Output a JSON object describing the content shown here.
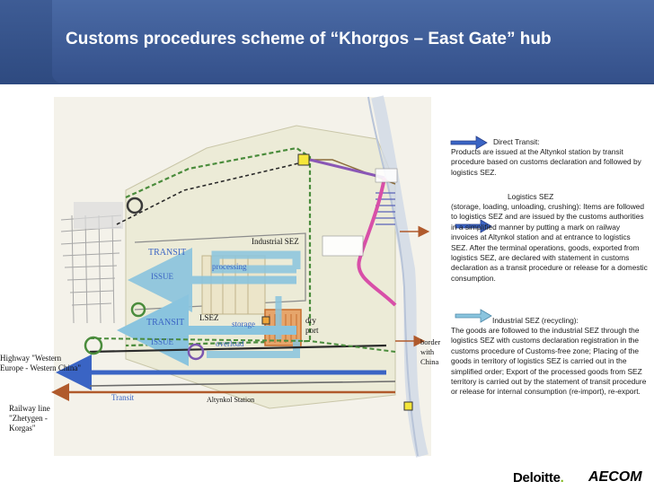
{
  "title": "Customs procedures scheme of “Khorgos – East Gate” hub",
  "map": {
    "transit_1": "TRANSIT",
    "issue_1": "ISSUE",
    "processing": "processing",
    "transit_2": "TRANSIT",
    "issue_2": "ISSUE",
    "storage": "storage",
    "overload": "overload",
    "transit_lower": "Transit",
    "industrial_sez": "Industrial SEZ",
    "lsez": "LSEZ",
    "dry_port_1": "dry",
    "dry_port_2": "port",
    "altynkol": "Altynkol Station",
    "border_1": "border",
    "border_2": "with",
    "border_3": "China",
    "highway_1": "Highway \"Western",
    "highway_2": "Europe - Western China\"",
    "railway_1": "Railway line",
    "railway_2": "\"Zhetygen -",
    "railway_3": "Korgas\""
  },
  "legend": {
    "direct_transit_head": "Direct Transit:",
    "direct_transit_text": "Products are issued at the Altynkol station by transit procedure based on customs declaration and followed by logistics SEZ.",
    "logistics_head": "Logistics SEZ",
    "logistics_text": "(storage, loading, unloading, crushing): Items are followed to logistics SEZ and are issued by the customs authorities in a simplified manner by putting a mark on railway invoices at Altynkol station and at entrance to logistics SEZ. After the terminal operations, goods, exported from logistics SEZ, are declared with statement in customs declaration as a transit procedure or release for a domestic consumption.",
    "industrial_head": "Industrial SEZ (recycling):",
    "industrial_text": "The goods are followed to the industrial SEZ through the logistics SEZ with customs declaration registration in the customs procedure of Customs-free zone; Placing of the goods in territory of logistics SEZ is carried out in the simplified order; Export of the processed goods from SEZ territory is carried out by the statement of transit procedure or release for internal consumption (re-import), re-export."
  },
  "footer": {
    "deloitte": "Deloitte",
    "deloitte_dot": ".",
    "aecom": "AECOM"
  },
  "colors": {
    "header": "#34508a",
    "arrow_blue": "#3a64c4",
    "arrow_light": "#8ac4de",
    "transit_brown": "#b05a2c",
    "route_green": "#4a8c3c",
    "route_dark": "#2a2a2a"
  }
}
